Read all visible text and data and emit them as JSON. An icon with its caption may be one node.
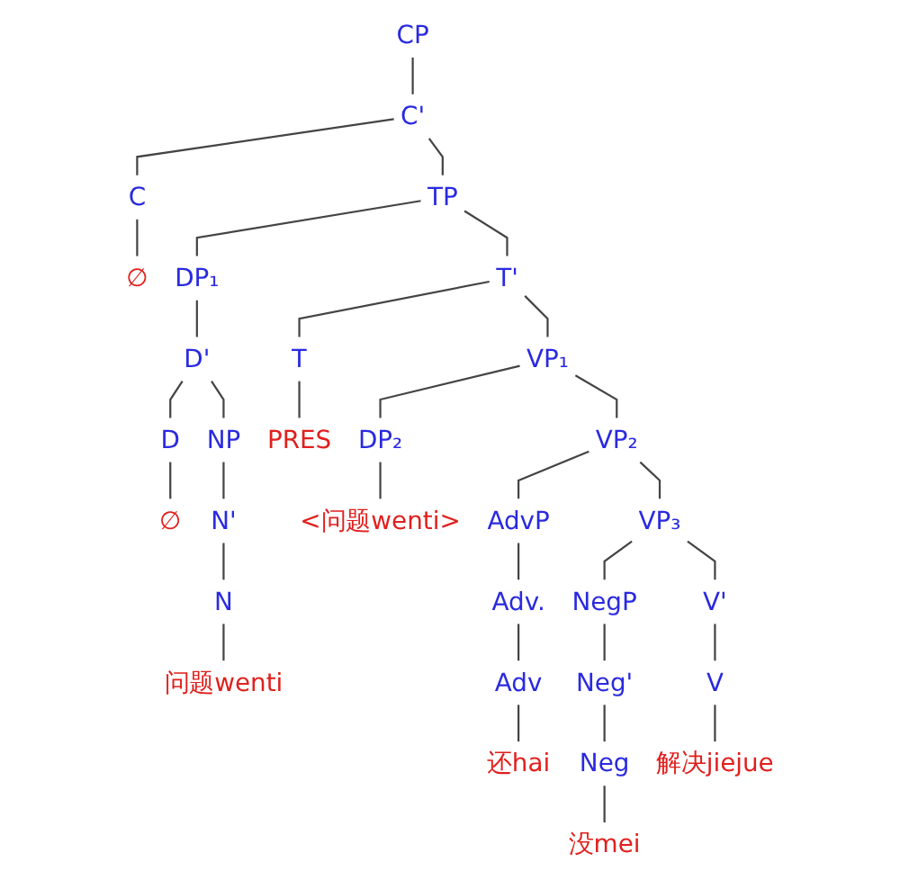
{
  "diagram": {
    "nodes": [
      {
        "text": [
          "CP"
        ]
      },
      {
        "text": [
          "C'"
        ]
      },
      {
        "text": [
          "C"
        ]
      },
      {
        "text": [
          "TP"
        ]
      },
      {
        "text": [
          "∅"
        ]
      },
      {
        "text": [
          "DP₁"
        ]
      },
      {
        "text": [
          "T'"
        ]
      },
      {
        "text": [
          "D'"
        ]
      },
      {
        "text": [
          "T"
        ]
      },
      {
        "text": [
          "VP₁"
        ]
      },
      {
        "text": [
          "D"
        ]
      },
      {
        "text": [
          "NP"
        ]
      },
      {
        "text": [
          "PRES"
        ]
      },
      {
        "text": [
          "DP₂"
        ]
      },
      {
        "text": [
          "VP₂"
        ]
      },
      {
        "text": [
          "∅"
        ]
      },
      {
        "text": [
          "N'"
        ]
      },
      {
        "text": [
          "<问题wenti>"
        ]
      },
      {
        "text": [
          "AdvP"
        ]
      },
      {
        "text": [
          "VP₃"
        ]
      },
      {
        "text": [
          "N"
        ]
      },
      {
        "text": [
          "Adv."
        ]
      },
      {
        "text": [
          "NegP"
        ]
      },
      {
        "text": [
          "V'"
        ]
      },
      {
        "text": [
          "问题wenti"
        ]
      },
      {
        "text": [
          "Adv"
        ]
      },
      {
        "text": [
          "Neg'"
        ]
      },
      {
        "text": [
          "V"
        ]
      },
      {
        "text": [
          "还hai"
        ]
      },
      {
        "text": [
          "Neg"
        ]
      },
      {
        "text": [
          "解决jiejue"
        ]
      },
      {
        "text": [
          "没mei"
        ]
      }
    ],
    "edges": [
      {
        "from": 0,
        "to": 1,
        "arrow": "none"
      },
      {
        "from": 1,
        "to": 2,
        "arrow": "none"
      },
      {
        "from": 1,
        "to": 3,
        "arrow": "none"
      },
      {
        "from": 2,
        "to": 4,
        "arrow": "none"
      },
      {
        "from": 3,
        "to": 5,
        "arrow": "none"
      },
      {
        "from": 3,
        "to": 6,
        "arrow": "none"
      },
      {
        "from": 5,
        "to": 7,
        "arrow": "none"
      },
      {
        "from": 6,
        "to": 8,
        "arrow": "none"
      },
      {
        "from": 6,
        "to": 9,
        "arrow": "none"
      },
      {
        "from": 7,
        "to": 10,
        "arrow": "none"
      },
      {
        "from": 7,
        "to": 11,
        "arrow": "none"
      },
      {
        "from": 8,
        "to": 12,
        "arrow": "none"
      },
      {
        "from": 9,
        "to": 13,
        "arrow": "none"
      },
      {
        "from": 9,
        "to": 14,
        "arrow": "none"
      },
      {
        "from": 10,
        "to": 15,
        "arrow": "none"
      },
      {
        "from": 11,
        "to": 16,
        "arrow": "none"
      },
      {
        "from": 13,
        "to": 17,
        "arrow": "none"
      },
      {
        "from": 14,
        "to": 18,
        "arrow": "none"
      },
      {
        "from": 14,
        "to": 19,
        "arrow": "none"
      },
      {
        "from": 16,
        "to": 20,
        "arrow": "none"
      },
      {
        "from": 18,
        "to": 21,
        "arrow": "none"
      },
      {
        "from": 19,
        "to": 22,
        "arrow": "none"
      },
      {
        "from": 19,
        "to": 23,
        "arrow": "none"
      },
      {
        "from": 20,
        "to": 24,
        "arrow": "none"
      },
      {
        "from": 21,
        "to": 25,
        "arrow": "none"
      },
      {
        "from": 22,
        "to": 26,
        "arrow": "none"
      },
      {
        "from": 23,
        "to": 27,
        "arrow": "none"
      },
      {
        "from": 25,
        "to": 28,
        "arrow": "none"
      },
      {
        "from": 26,
        "to": 29,
        "arrow": "none"
      },
      {
        "from": 27,
        "to": 30,
        "arrow": "none"
      },
      {
        "from": 29,
        "to": 31,
        "arrow": "none"
      }
    ]
  }
}
